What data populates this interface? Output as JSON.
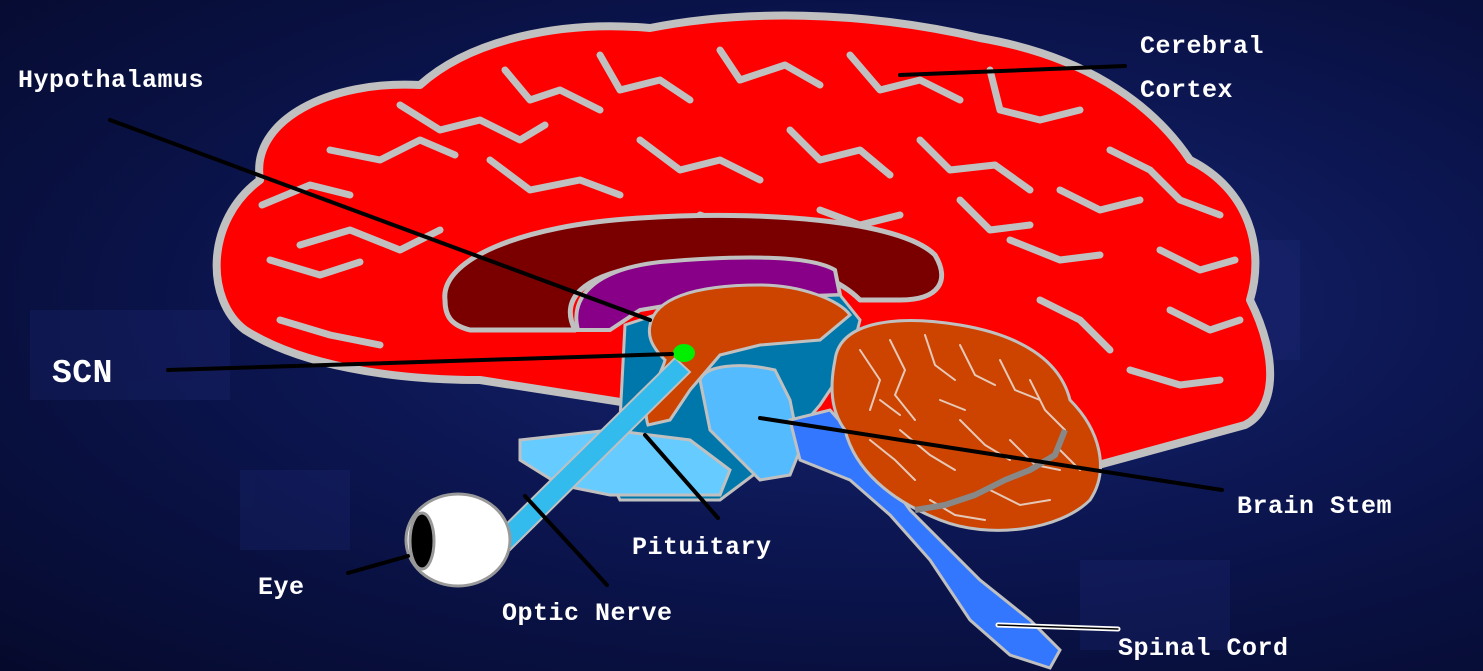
{
  "labels": {
    "hypothalamus": "Hypothalamus",
    "cerebral_cortex_line1": "Cerebral",
    "cerebral_cortex_line2": "Cortex",
    "scn": "SCN",
    "brain_stem": "Brain Stem",
    "pituitary": "Pituitary",
    "eye": "Eye",
    "optic_nerve": "Optic Nerve",
    "spinal_cord": "Spinal Cord"
  },
  "colors": {
    "background": "#0c1652",
    "cortex": "#ff0000",
    "cortex_outline": "#c0c0c0",
    "corpus_callosum": "#7a0000",
    "thalamus": "#880088",
    "hypothalamus": "#cc4400",
    "midbrain": "#0077aa",
    "brain_stem": "#55bbff",
    "spinal_cord": "#3377ff",
    "cerebellum": "#cc4400",
    "optic_nerve": "#33bbee",
    "eye": "#ffffff",
    "scn_dot": "#00ee00",
    "label_text": "#ffffff",
    "leader_line": "#000000"
  }
}
